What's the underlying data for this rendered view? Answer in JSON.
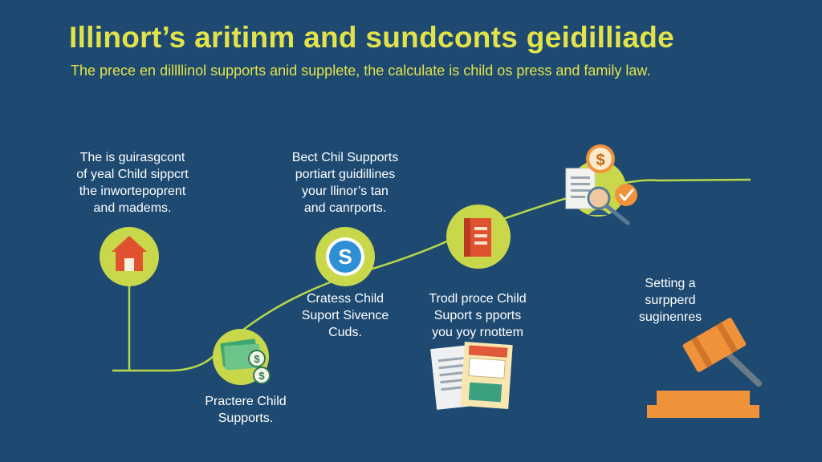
{
  "header": {
    "title": "Illinort’s aritinm and sundconts geidilliade",
    "subtitle": "The prece en dillllinol supports anid supplete, the calculate is child os press and family law."
  },
  "steps": [
    {
      "id": "home",
      "icon": "house-icon",
      "text": "The is guirasgcont\nof yeal Child sippcrt\nthe inwortepoprent\nand madems."
    },
    {
      "id": "money",
      "icon": "money-bills-icon",
      "text": "Practere Child\nSupports."
    },
    {
      "id": "dollar",
      "icon": "dollar-coin-icon",
      "text": "Bect Chil Supports\nportiart guidillines\nyour llinor’s tan\nand canrports."
    },
    {
      "id": "dollar-lower",
      "icon": "dollar-coin-icon",
      "text": "Cratess Child\nSuport Sivence\nCuds."
    },
    {
      "id": "document",
      "icon": "binder-icon",
      "text": "Trodl proce Child\nSuport s pports\nyou yoy rnottem"
    },
    {
      "id": "review",
      "icon": "review-documents-icon",
      "text": ""
    },
    {
      "id": "gavel",
      "icon": "gavel-icon",
      "text": "Setting a\nsurpperd\nsuginenres"
    }
  ],
  "colors": {
    "background": "#1e4a72",
    "accent": "#e2e34a",
    "circle": "#c8d84a",
    "orange": "#f0923a",
    "line": "#b8d84a"
  }
}
